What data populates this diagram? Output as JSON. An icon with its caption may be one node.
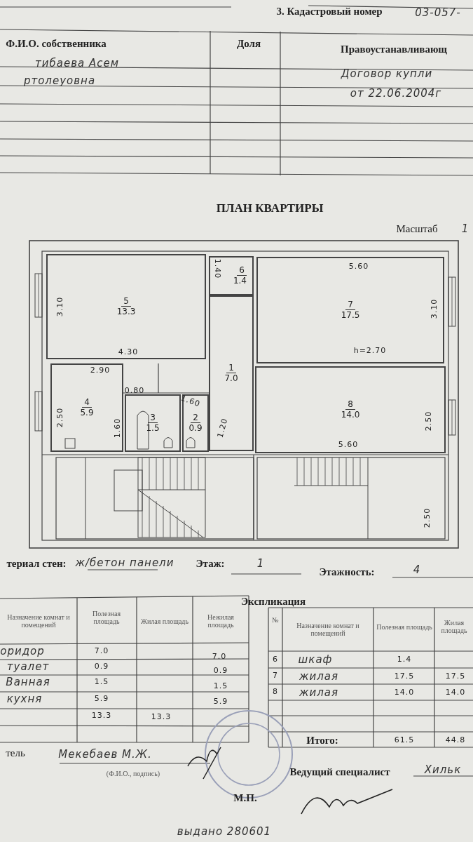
{
  "diagram": {
    "title": "ПЛАН КВАРТИРЫ",
    "nodes": [
      {
        "text": [
          "5",
          "13.3"
        ]
      },
      {
        "text": [
          "6",
          "1.4"
        ]
      },
      {
        "text": [
          "7",
          "17.5"
        ]
      },
      {
        "text": [
          "1",
          "7.0"
        ]
      },
      {
        "text": [
          "4",
          "5.9"
        ]
      },
      {
        "text": [
          "3",
          "1.5"
        ]
      },
      {
        "text": [
          "2",
          "0.9"
        ]
      },
      {
        "text": [
          "8",
          "14.0"
        ]
      }
    ],
    "labels": [
      "3. Кадастровый номер",
      "03-057-",
      "Ф.И.О. собственника",
      "Доля",
      "Правоустанавливающ",
      "тибаева Асем",
      "ртолеуовна",
      "Договор купли",
      "от 22.06.2004г",
      "Масштаб",
      "1",
      "1.40",
      "5.60",
      "3.10",
      "4.30",
      "3.10",
      "h=2.70",
      "2.90",
      "2.50",
      "0.80",
      "1.60",
      "1.60",
      "1.20",
      "2.50",
      "5.60",
      "2.50",
      "териал стен:",
      "ж/бетон панели",
      "Этаж:",
      "1",
      "Этажность:",
      "4",
      "Экспликация",
      "Назначение комнат и помещений",
      "Полезная площадь",
      "Жилая площадь",
      "Нежилая площадь",
      "оридор",
      "7.0",
      "7.0",
      "туалет",
      "0.9",
      "0.9",
      "Ванная",
      "1.5",
      "1.5",
      "кухня",
      "5.9",
      "5.9",
      "13.3",
      "13.3",
      "№",
      "Назначение комнат и помещений",
      "Полезная площадь",
      "Жилая площадь",
      "6",
      "шкаф",
      "1.4",
      "7",
      "жилая",
      "17.5",
      "17.5",
      "8",
      "жилая",
      "14.0",
      "14.0",
      "Итого:",
      "61.5",
      "44.8",
      "тель",
      "Мекебаев М.Ж.",
      "(Ф.И.О., подпись)",
      "Ведущий специалист",
      "Хильк",
      "М.П.",
      "выдано 280601"
    ]
  }
}
